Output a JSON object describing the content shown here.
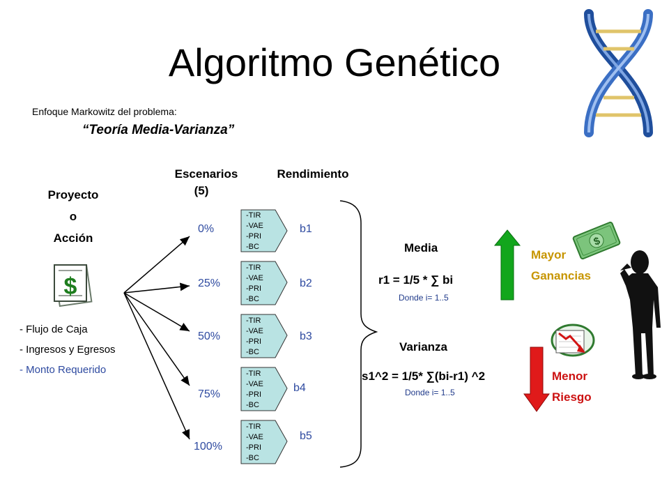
{
  "title": "Algoritmo Genético",
  "subtitle": "Enfoque Markowitz del problema:",
  "theory": "“Teoría Media-Varianza”",
  "headers": {
    "escenarios": "Escenarios",
    "escenarios_count": "(5)",
    "rendimiento": "Rendimiento"
  },
  "project": {
    "line1": "Proyecto",
    "line2": "o",
    "line3": "Acción"
  },
  "flows": [
    "- Flujo de Caja",
    "- Ingresos y Egresos",
    "- Monto Requerido"
  ],
  "scenarios": [
    {
      "pct": "0%",
      "result": "b1"
    },
    {
      "pct": "25%",
      "result": "b2"
    },
    {
      "pct": "50%",
      "result": "b3"
    },
    {
      "pct": "75%",
      "result": "b4"
    },
    {
      "pct": "100%",
      "result": "b5"
    }
  ],
  "indicators": [
    "-TIR",
    "-VAE",
    "-PRI",
    "-BC"
  ],
  "media": {
    "label": "Media",
    "formula": "r1 = 1/5 * ∑ bi",
    "note": "Donde i= 1..5"
  },
  "varianza": {
    "label": "Varianza",
    "formula": "s1^2 = 1/5* ∑(bi-r1) ^2",
    "note": "Donde i= 1..5"
  },
  "mayor": {
    "line1": "Mayor",
    "line2": "Ganancias"
  },
  "menor": {
    "line1": "Menor",
    "line2": "Riesgo"
  },
  "icons": [
    "dna-helix-icon",
    "dollar-document-icon",
    "banknote-icon",
    "falling-chart-icon",
    "thinking-man-silhouette-icon",
    "up-arrow-icon",
    "down-arrow-icon"
  ],
  "colors": {
    "up_arrow": "#12a61c",
    "down_arrow": "#e01a1a",
    "gain_text": "#c79500",
    "risk_text": "#cc1111",
    "box_fill": "#b9e3e3",
    "accent_blue": "#2e4aa0"
  }
}
